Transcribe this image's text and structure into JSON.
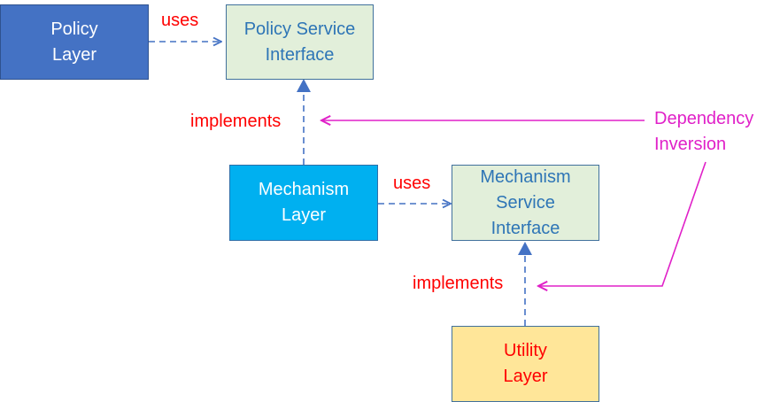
{
  "colors": {
    "policy_fill": "#4472c4",
    "policy_stroke": "#2f528f",
    "interface_fill": "#e2efda",
    "interface_stroke": "#41719c",
    "interface_text": "#2e75b6",
    "mechanism_fill": "#00b0f0",
    "mechanism_stroke": "#2f6ea8",
    "utility_fill": "#ffe699",
    "utility_text": "#ff0000",
    "arrow": "#4472c4",
    "red_label": "#ff0000",
    "magenta": "#e020c8"
  },
  "nodes": {
    "policy_layer": {
      "line1": "Policy",
      "line2": "Layer"
    },
    "policy_service_interface": {
      "line1": "Policy Service",
      "line2": "Interface"
    },
    "mechanism_layer": {
      "line1": "Mechanism",
      "line2": "Layer"
    },
    "mechanism_service_interface": {
      "line1": "Mechanism",
      "line2": "Service",
      "line3": "Interface"
    },
    "utility_layer": {
      "line1": "Utility",
      "line2": "Layer"
    }
  },
  "labels": {
    "uses_top": "uses",
    "uses_middle": "uses",
    "implements_top": "implements",
    "implements_bottom": "implements",
    "dependency_inversion_line1": "Dependency",
    "dependency_inversion_line2": "Inversion"
  }
}
